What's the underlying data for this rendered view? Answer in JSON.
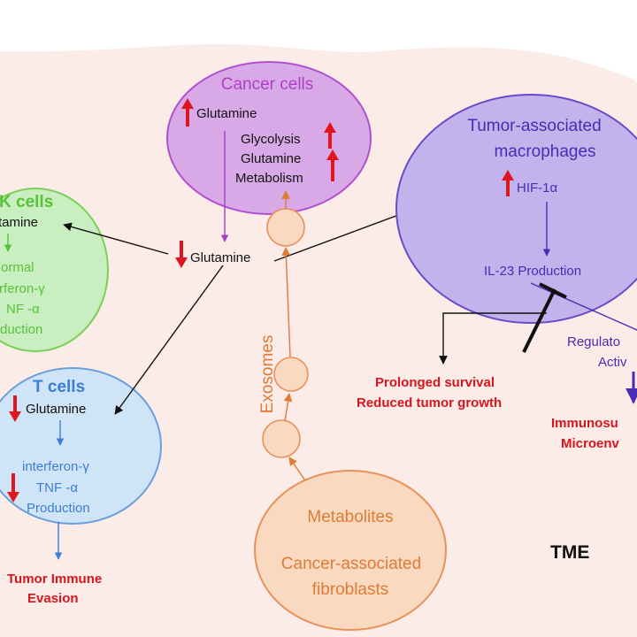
{
  "colors": {
    "tme_bg": "#fbece8",
    "cancer_fill": "#d8a9e6",
    "cancer_stroke": "#b24fd0",
    "cancer_text": "#b03fc8",
    "nk_fill": "#c9efc0",
    "nk_stroke": "#7ccf5a",
    "nk_text": "#58c13a",
    "tcell_fill": "#cfe4f6",
    "tcell_stroke": "#6a9fdc",
    "tcell_text": "#3c7ed6",
    "tam_fill": "#c3b3ec",
    "tam_stroke": "#6a4bc8",
    "tam_text": "#4a2bb4",
    "caf_fill": "#fad9c1",
    "caf_stroke": "#e8905a",
    "caf_text": "#e07b36",
    "up_down_arrow": "#e0161f",
    "outcome_text": "#d8141e",
    "black": "#111111"
  },
  "cancer_cells": {
    "title": "Cancer cells",
    "glutamine": "Glutamine",
    "glycolysis": "Glycolysis",
    "glutamine2": "Glutamine",
    "metabolism": "Metabolism"
  },
  "nk_cells": {
    "title": "K cells",
    "glutamine": "tamine",
    "normal": "ormal",
    "interferon": "rferon-γ",
    "tnf": "NF -α",
    "production": "duction"
  },
  "t_cells": {
    "title": "T cells",
    "glutamine": "Glutamine",
    "interferon": "interferon-γ",
    "tnf": "TNF -α",
    "production": "Production"
  },
  "center": {
    "glutamine": "Glutamine"
  },
  "tam": {
    "title_line1": "Tumor-associated",
    "title_line2": "macrophages",
    "hif": "HIF-1α",
    "il23": "IL-23 Production",
    "regulatory": "Regulato",
    "activity": "Activ"
  },
  "outcomes": {
    "prolonged": "Prolonged survival",
    "reduced": "Reduced tumor growth",
    "tumor_immune": "Tumor Immune",
    "evasion": "Evasion",
    "immunosu": "Immunosu",
    "microenv": "Microenv"
  },
  "exosomes": {
    "label": "Exosomes"
  },
  "caf": {
    "metabolites": "Metabolites",
    "caf_line1": "Cancer-associated",
    "caf_line2": "fibroblasts"
  },
  "tme": {
    "label": "TME"
  }
}
